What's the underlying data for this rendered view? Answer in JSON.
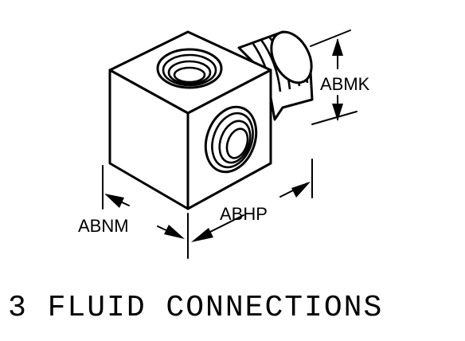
{
  "labels": {
    "dim_height": "ABMK",
    "dim_width": "ABHP",
    "dim_depth": "ABNM"
  },
  "caption": "3 FLUID CONNECTIONS"
}
